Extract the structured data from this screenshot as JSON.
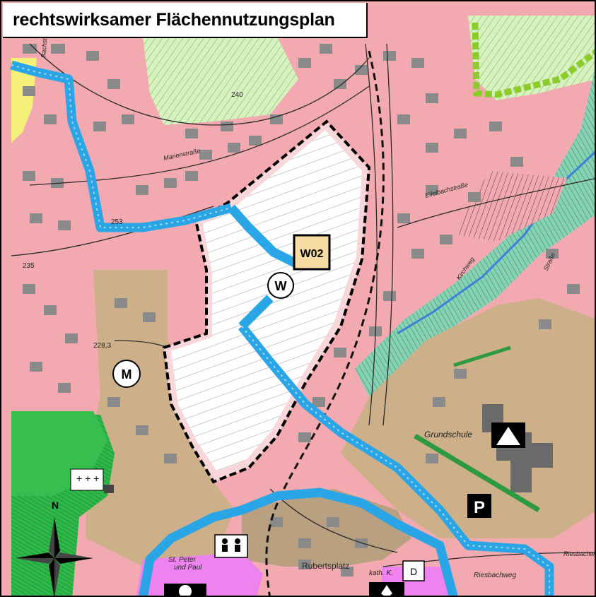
{
  "title": "rechtswirksamer Flächennutzungsplan",
  "map": {
    "plan_code": "W02",
    "zones": {
      "residential": "W",
      "mixed": "M",
      "parking": "P",
      "school": "Grundschule"
    },
    "north_label": "N",
    "street_labels": {
      "marienstrasse": "Marienstraße",
      "eifelbachstrasse": "Eifelbachstraße",
      "kirchweg": "Kirchweg",
      "bachstrasse": "Bachstr.",
      "strasse_west": "Straße",
      "riesenweg": "Riesbachweg"
    },
    "elevations": {
      "e235": "235",
      "e228": "228,3",
      "e253": "253",
      "e240": "240"
    },
    "place_labels": {
      "church_line1": "St. Peter",
      "church_line2": "und Paul",
      "ruberts_line1": "Rubertsplatz",
      "ruberts_line2": "kath. K.",
      "school_road": "Riesbachweg",
      "kindergarten_tag": "D"
    },
    "colors": {
      "residential": "#f2aab0",
      "green_area": "#d6f2bd",
      "forest": "#2eb84a",
      "mixed_use": "#cdb08a",
      "water": "#2aa5e6",
      "public": "#ee82ee",
      "stream_corridor": "#86d3b4",
      "boundary": "#000000"
    }
  }
}
